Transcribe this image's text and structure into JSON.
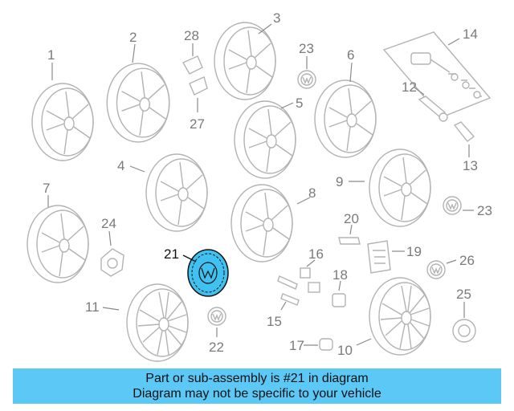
{
  "highlighted_part": "21",
  "colors": {
    "banner_bg": "#5bc8f5",
    "highlight_fill": "#3fc2f2",
    "part_stroke": "#b3b3b3"
  },
  "callouts": {
    "c1": "1",
    "c2": "2",
    "c3": "3",
    "c4": "4",
    "c5": "5",
    "c6": "6",
    "c7": "7",
    "c8": "8",
    "c9": "9",
    "c10": "10",
    "c11": "11",
    "c12": "12",
    "c13": "13",
    "c14": "14",
    "c15": "15",
    "c16": "16",
    "c17": "17",
    "c18": "18",
    "c19": "19",
    "c20": "20",
    "c21": "21",
    "c22": "22",
    "c23a": "23",
    "c23b": "23",
    "c24": "24",
    "c25": "25",
    "c26": "26",
    "c27": "27",
    "c28": "28"
  },
  "banner": {
    "line1": "Part or sub-assembly is #21 in diagram",
    "line2": "Diagram may not be specific to your vehicle"
  }
}
